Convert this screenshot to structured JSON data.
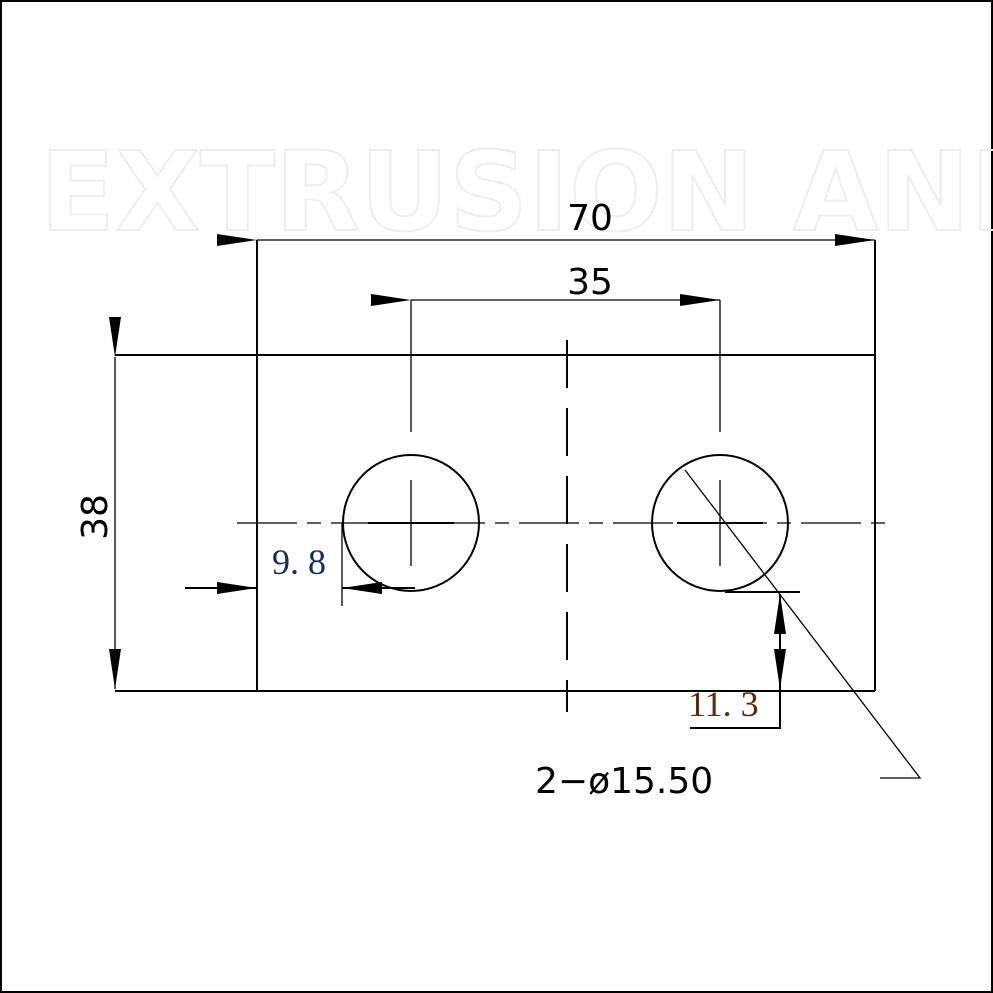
{
  "watermark": "EXTRUSION AND",
  "dimensions": {
    "overall_width": "70",
    "hole_spacing": "35",
    "height": "38",
    "edge_to_hole": "9. 8",
    "bottom_to_hole": "11. 3",
    "hole_callout": "2−ø15.50"
  },
  "colors": {
    "line": "#000000",
    "edge_text": "#1a2a5a",
    "bottom_text": "#5a2a10"
  }
}
